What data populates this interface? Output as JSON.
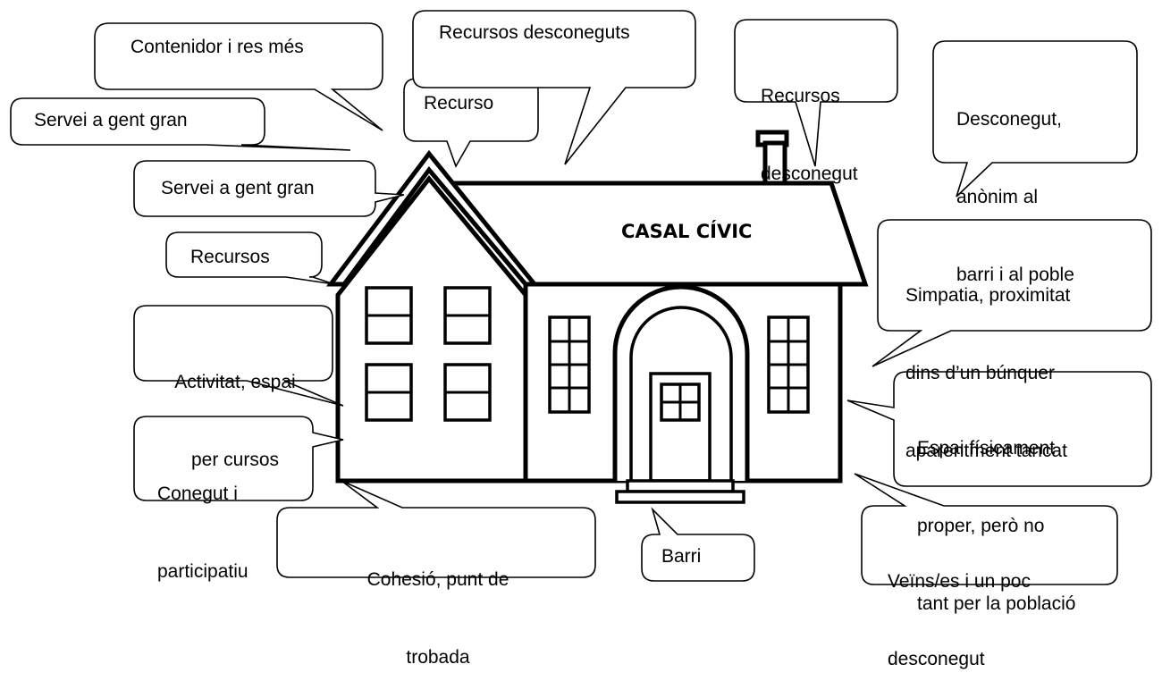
{
  "title": "CASAL CÍVIC",
  "bubbles": {
    "contenidor": "Contenidor i res més",
    "servei1": "Servei a gent gran",
    "servei2": "Servei a gent gran",
    "recurso": "Recurso",
    "desconeguts": "Recursos desconeguts",
    "desconegut": [
      "Recursos",
      "desconegut"
    ],
    "anonim": [
      "Desconegut,",
      "anònim al",
      "barri i al poble"
    ],
    "recursos": "Recursos",
    "activitat": [
      "Activitat, espai",
      "per cursos"
    ],
    "conegut": [
      "Conegut i",
      "participatiu"
    ],
    "simpatia": [
      "Simpatia, proximitat",
      "dins d’un búnquer",
      "aparentment tancat"
    ],
    "espai": [
      "Espai físicament",
      "proper, però no",
      "tant per la població"
    ],
    "cohesio": [
      "Cohesió, punt de",
      "trobada"
    ],
    "barri": "Barri",
    "veins": [
      "Veïns/es i un poc",
      "desconegut"
    ]
  }
}
